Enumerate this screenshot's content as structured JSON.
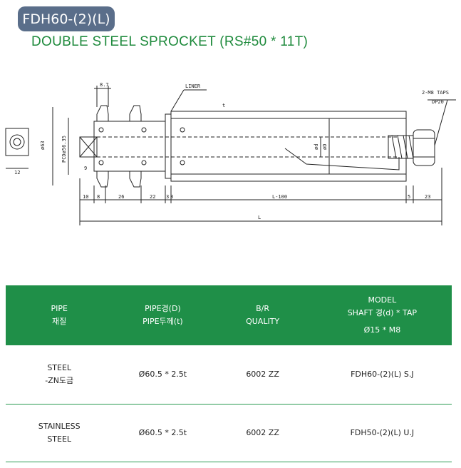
{
  "header": {
    "model_badge": "FDH60-(2)(L)",
    "subtitle": "DOUBLE STEEL SPROCKET (RS#50 * 11T)"
  },
  "drawing": {
    "labels": {
      "liner": "LINER",
      "taps": "2-M8 TAPS",
      "dp": "DP20",
      "dim_87": "8.7",
      "dim_63": "ø63",
      "dim_pcd": "PCDø56.35",
      "dim_12": "12",
      "dim_9": "9",
      "dim_t": "t",
      "dim_d": "ød",
      "dim_D": "øD",
      "seg_10": "10",
      "seg_8": "8",
      "seg_26": "26",
      "seg_22": "22",
      "seg_3a": "3",
      "seg_3b": "3",
      "seg_L100": "L-100",
      "seg_5": "5",
      "seg_23": "23",
      "overall_L": "L"
    }
  },
  "table": {
    "headers": [
      [
        "PIPE",
        "재질"
      ],
      [
        "PIPE경(D)",
        "PIPE두께(t)"
      ],
      [
        "B/R",
        "QUALITY"
      ],
      [
        "MODEL",
        "SHAFT 경(d) * TAP",
        "Ø15 * M8"
      ]
    ],
    "rows": [
      {
        "material": [
          "STEEL",
          "-ZN도금"
        ],
        "pipe": "Ø60.5 * 2.5t",
        "bearing": "6002 ZZ",
        "model": "FDH60-(2)(L) S.J"
      },
      {
        "material": [
          "STAINLESS",
          "STEEL"
        ],
        "pipe": "Ø60.5 * 2.5t",
        "bearing": "6002 ZZ",
        "model": "FDH50-(2)(L) U.J"
      }
    ]
  },
  "colors": {
    "badge_bg": "#5a6e8a",
    "subtitle_green": "#1e8a3c",
    "table_header_green": "#1f8f48"
  }
}
